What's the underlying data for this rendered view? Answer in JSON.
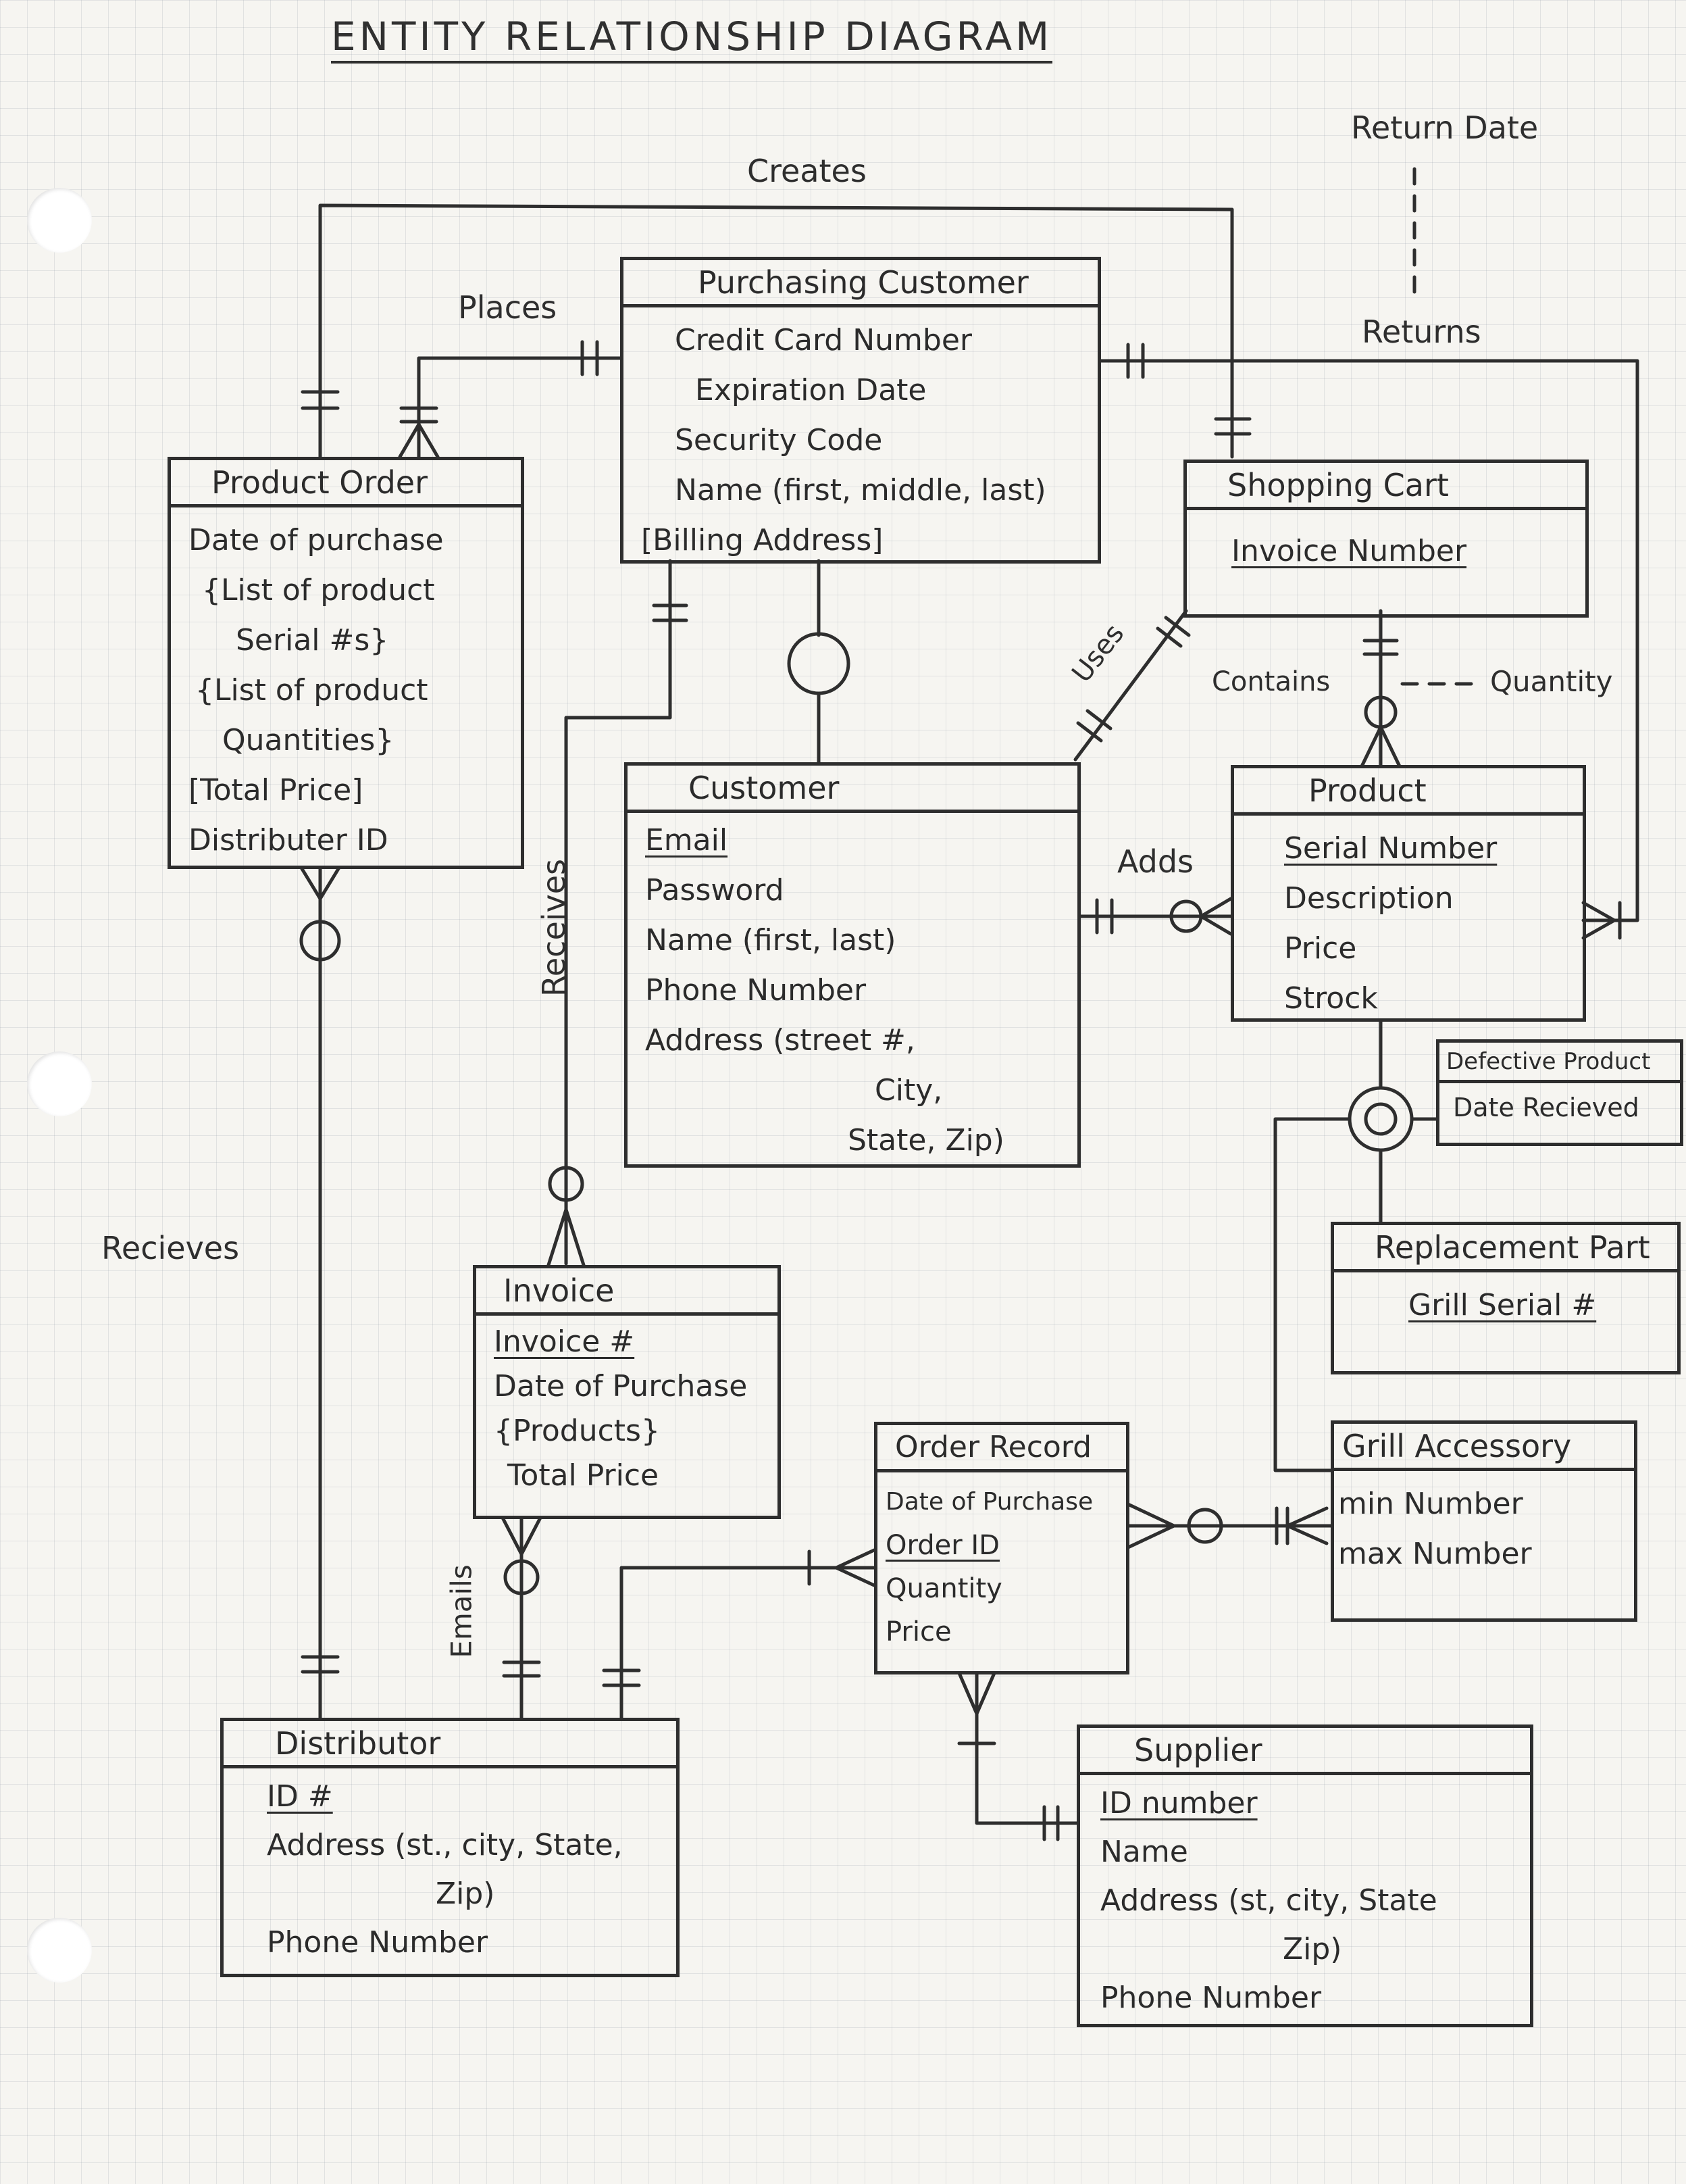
{
  "title": "ENTITY RELATIONSHIP DIAGRAM",
  "entities": {
    "purchasing_customer": {
      "name": "Purchasing Customer",
      "attributes": [
        "Credit Card Number",
        "Expiration Date",
        "Security Code",
        "Name (first, middle, last)",
        "[Billing Address]"
      ]
    },
    "product_order": {
      "name": "Product Order",
      "attributes": [
        "Date of purchase",
        "{List of product",
        "Serial #s}",
        "{List of product",
        "Quantities}",
        "[Total Price]",
        "Distributer ID"
      ]
    },
    "shopping_cart": {
      "name": "Shopping Cart",
      "attributes": [
        "Invoice Number"
      ]
    },
    "customer": {
      "name": "Customer",
      "attributes": [
        "Email",
        "Password",
        "Name (first, last)",
        "Phone Number",
        "Address (street #,",
        "City,",
        "State, Zip)"
      ]
    },
    "product": {
      "name": "Product",
      "attributes": [
        "Serial Number",
        "Description",
        "Price",
        "Strock"
      ]
    },
    "defective_product": {
      "name": "Defective Product",
      "attributes": [
        "Date Recieved"
      ]
    },
    "replacement_part": {
      "name": "Replacement Part",
      "attributes": [
        "Grill Serial #"
      ]
    },
    "invoice": {
      "name": "Invoice",
      "attributes": [
        "Invoice #",
        "Date of Purchase",
        "{Products}",
        "Total Price"
      ]
    },
    "order_record": {
      "name": "Order Record",
      "attributes": [
        "Date of Purchase",
        "Order ID",
        "Quantity",
        "Price"
      ]
    },
    "grill_accessory": {
      "name": "Grill Accessory",
      "attributes": [
        "min Number",
        "max Number"
      ]
    },
    "distributor": {
      "name": "Distributor",
      "attributes": [
        "ID #",
        "Address (st., city, State,",
        "Zip)",
        "Phone Number"
      ]
    },
    "supplier": {
      "name": "Supplier",
      "attributes": [
        "ID number",
        "Name",
        "Address (st, city, State",
        "Zip)",
        "Phone Number"
      ]
    }
  },
  "relationships": {
    "creates": "Creates",
    "places": "Places",
    "returns": "Returns",
    "return_date": "Return Date",
    "uses": "Uses",
    "contains": "Contains",
    "quantity": "Quantity",
    "adds": "Adds",
    "receives": "Receives",
    "recieves": "Recieves",
    "emails": "Emails"
  }
}
